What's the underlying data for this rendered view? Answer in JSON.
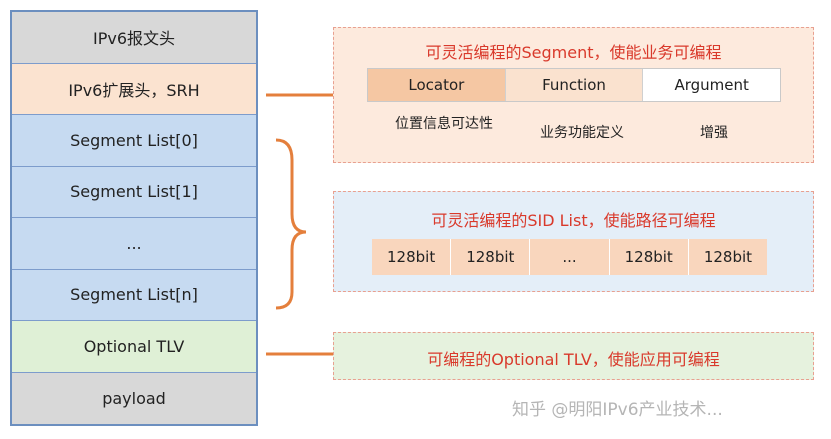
{
  "stack": {
    "layers": [
      {
        "label": "IPv6报文头"
      },
      {
        "label": "IPv6扩展头，SRH"
      },
      {
        "label": "Segment List[0]"
      },
      {
        "label": "Segment List[1]"
      },
      {
        "label": "..."
      },
      {
        "label": "Segment List[n]"
      },
      {
        "label": "Optional TLV"
      },
      {
        "label": "payload"
      }
    ]
  },
  "segment_box": {
    "title": "可灵活编程的Segment，使能业务可编程",
    "fields": [
      "Locator",
      "Function",
      "Argument"
    ],
    "descriptions": [
      "位置信息可达性",
      "业务功能定义",
      "增强"
    ]
  },
  "sid_box": {
    "title": "可灵活编程的SID List，使能路径可编程",
    "cells": [
      "128bit",
      "128bit",
      "...",
      "128bit",
      "128bit"
    ]
  },
  "tlv_box": {
    "title": "可编程的Optional TLV，使能应用可编程"
  },
  "watermark": "知乎 @明阳IPv6产业技术..."
}
